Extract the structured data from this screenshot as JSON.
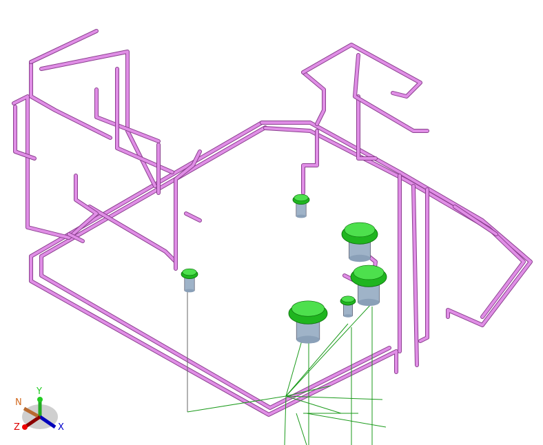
{
  "viewport": {
    "background": "#ffffff",
    "pipe_color": "#d67edc",
    "equipment_color": "#22bb22",
    "support_line_color": "#1a9a1a"
  },
  "triad": {
    "y_label": "Y",
    "n_label": "N",
    "z_label": "Z",
    "x_label": "X",
    "y_color": "#22cc22",
    "x_color": "#0000cc",
    "z_color": "#dd0000",
    "n_color": "#d2691e"
  }
}
